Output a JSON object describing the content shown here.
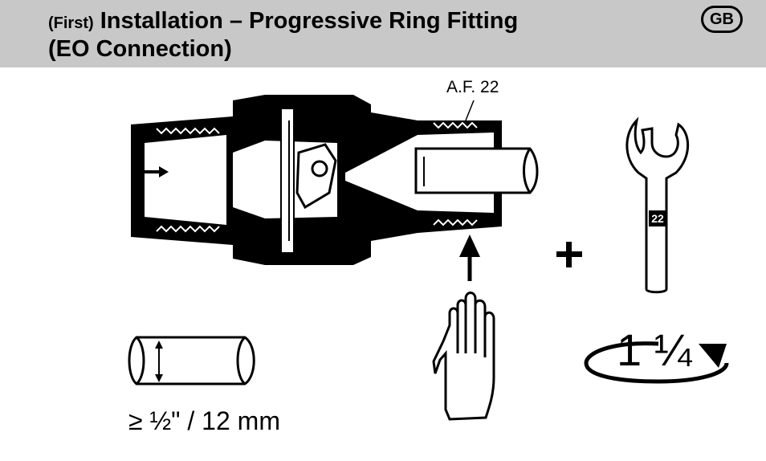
{
  "header": {
    "title_prefix": "(First)",
    "title_main": "Installation – Progressive Ring Fitting",
    "title_line2": "(EO Connection)",
    "language_badge": "GB"
  },
  "diagram": {
    "wrench_label": "A.F. 22",
    "wrench_size_marking": "22",
    "pipe_size": "≥ ½\" / 12 mm",
    "turns": "1 ¼"
  },
  "icons": [
    "flow-arrow-icon",
    "insert-arrow-icon",
    "plus-icon",
    "hand-icon",
    "wrench-icon",
    "rotate-arrow-icon",
    "pipe-icon",
    "diameter-arrow-icon"
  ]
}
